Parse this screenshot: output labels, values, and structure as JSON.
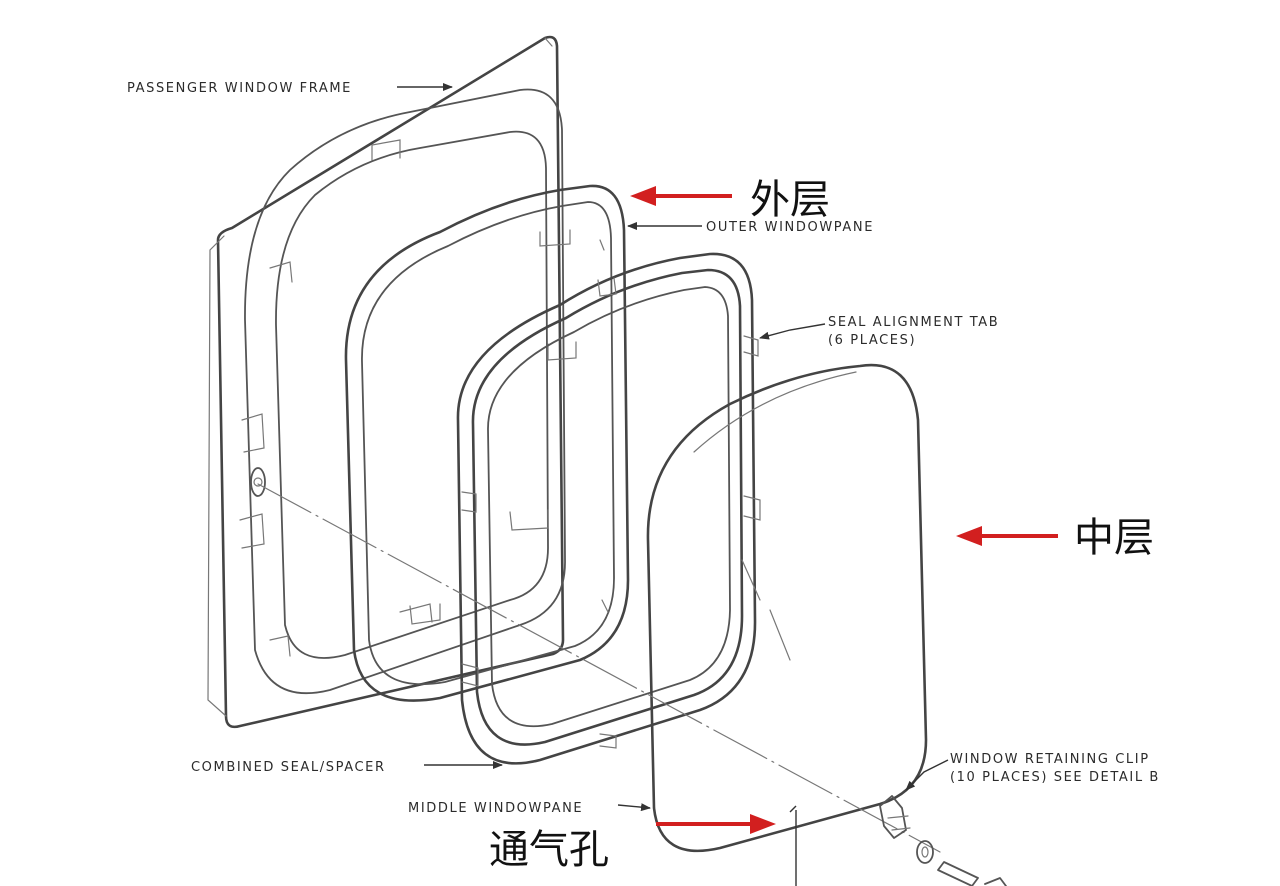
{
  "labels": {
    "passenger_window_frame": "PASSENGER WINDOW FRAME",
    "outer_windowpane": "OUTER WINDOWPANE",
    "seal_alignment_tab_line1": "SEAL ALIGNMENT TAB",
    "seal_alignment_tab_line2": "(6 PLACES)",
    "combined_seal_spacer": "COMBINED SEAL/SPACER",
    "middle_windowpane": "MIDDLE WINDOWPANE",
    "window_retaining_clip_line1": "WINDOW RETAINING CLIP",
    "window_retaining_clip_line2": "(10 PLACES) SEE DETAIL B"
  },
  "annotations": {
    "outer_layer": "外层",
    "middle_layer": "中层",
    "vent_hole": "通气孔"
  },
  "colors": {
    "arrow": "#d21f1f",
    "line": "#555555",
    "text": "#2b2b2b"
  }
}
